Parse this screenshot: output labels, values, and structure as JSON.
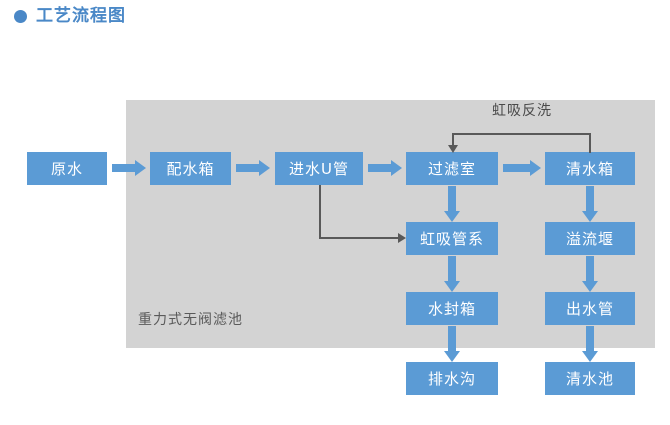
{
  "header": {
    "bullet_icon": "filled-circle-icon",
    "title": "工艺流程图"
  },
  "diagram": {
    "panel_label": "重力式无阀滤池",
    "backwash_label": "虹吸反洗",
    "colors": {
      "node_fill": "#5b9bd5",
      "node_text": "#ffffff",
      "panel_fill": "#d3d3d3",
      "accent": "#4a88c7",
      "thin_line": "#595959",
      "panel_label_text": "#5a5a5a"
    },
    "nodes": {
      "yuanshui": "原水",
      "peishuixiang": "配水箱",
      "jinshuiu": "进水U管",
      "guolvshi": "过滤室",
      "qingshuixiang": "清水箱",
      "hongxiguanxi": "虹吸管系",
      "yiliuyan": "溢流堰",
      "shuifengxiang": "水封箱",
      "chushuiguan": "出水管",
      "paishuigou": "排水沟",
      "qingshuichi": "清水池"
    }
  }
}
